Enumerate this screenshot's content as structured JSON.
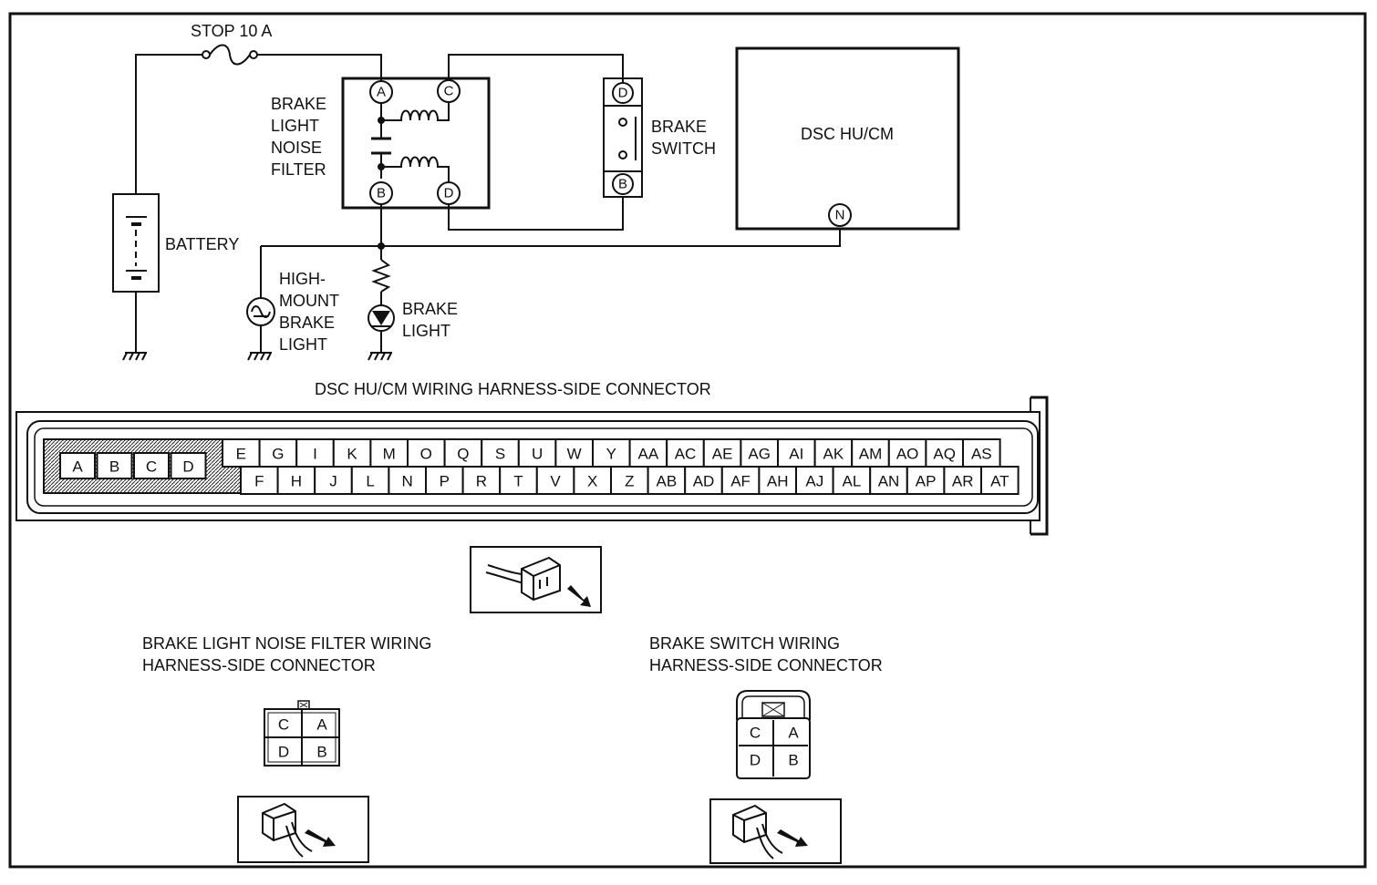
{
  "schematic": {
    "fuse_label": "STOP 10 A",
    "battery_label": "BATTERY",
    "filter_label": [
      "BRAKE",
      "LIGHT",
      "NOISE",
      "FILTER"
    ],
    "switch_label": [
      "BRAKE",
      "SWITCH"
    ],
    "dsc_label": "DSC HU/CM",
    "hm_lamp_label": [
      "HIGH-",
      "MOUNT",
      "BRAKE",
      "LIGHT"
    ],
    "brake_light_label": [
      "BRAKE",
      "LIGHT"
    ],
    "filter_pins": [
      "A",
      "C",
      "B",
      "D"
    ],
    "switch_pins": [
      "D",
      "B"
    ],
    "dsc_pin": "N"
  },
  "dsc_connector": {
    "title": "DSC HU/CM WIRING HARNESS-SIDE CONNECTOR",
    "blank_pins": [
      "A",
      "B",
      "C",
      "D"
    ],
    "top_row": [
      "E",
      "G",
      "I",
      "K",
      "M",
      "O",
      "Q",
      "S",
      "U",
      "W",
      "Y",
      "AA",
      "AC",
      "AE",
      "AG",
      "AI",
      "AK",
      "AM",
      "AO",
      "AQ",
      "AS"
    ],
    "bottom_row": [
      "F",
      "H",
      "J",
      "L",
      "N",
      "P",
      "R",
      "T",
      "V",
      "X",
      "Z",
      "AB",
      "AD",
      "AF",
      "AH",
      "AJ",
      "AL",
      "AN",
      "AP",
      "AR",
      "AT"
    ]
  },
  "filter_connector": {
    "title": [
      "BRAKE LIGHT NOISE FILTER  WIRING",
      "HARNESS-SIDE CONNECTOR"
    ],
    "pins": [
      [
        "C",
        "A"
      ],
      [
        "D",
        "B"
      ]
    ]
  },
  "switch_connector": {
    "title": [
      "BRAKE SWITCH WIRING",
      "HARNESS-SIDE CONNECTOR"
    ],
    "pins": [
      [
        "C",
        "A"
      ],
      [
        "D",
        "B"
      ]
    ]
  }
}
